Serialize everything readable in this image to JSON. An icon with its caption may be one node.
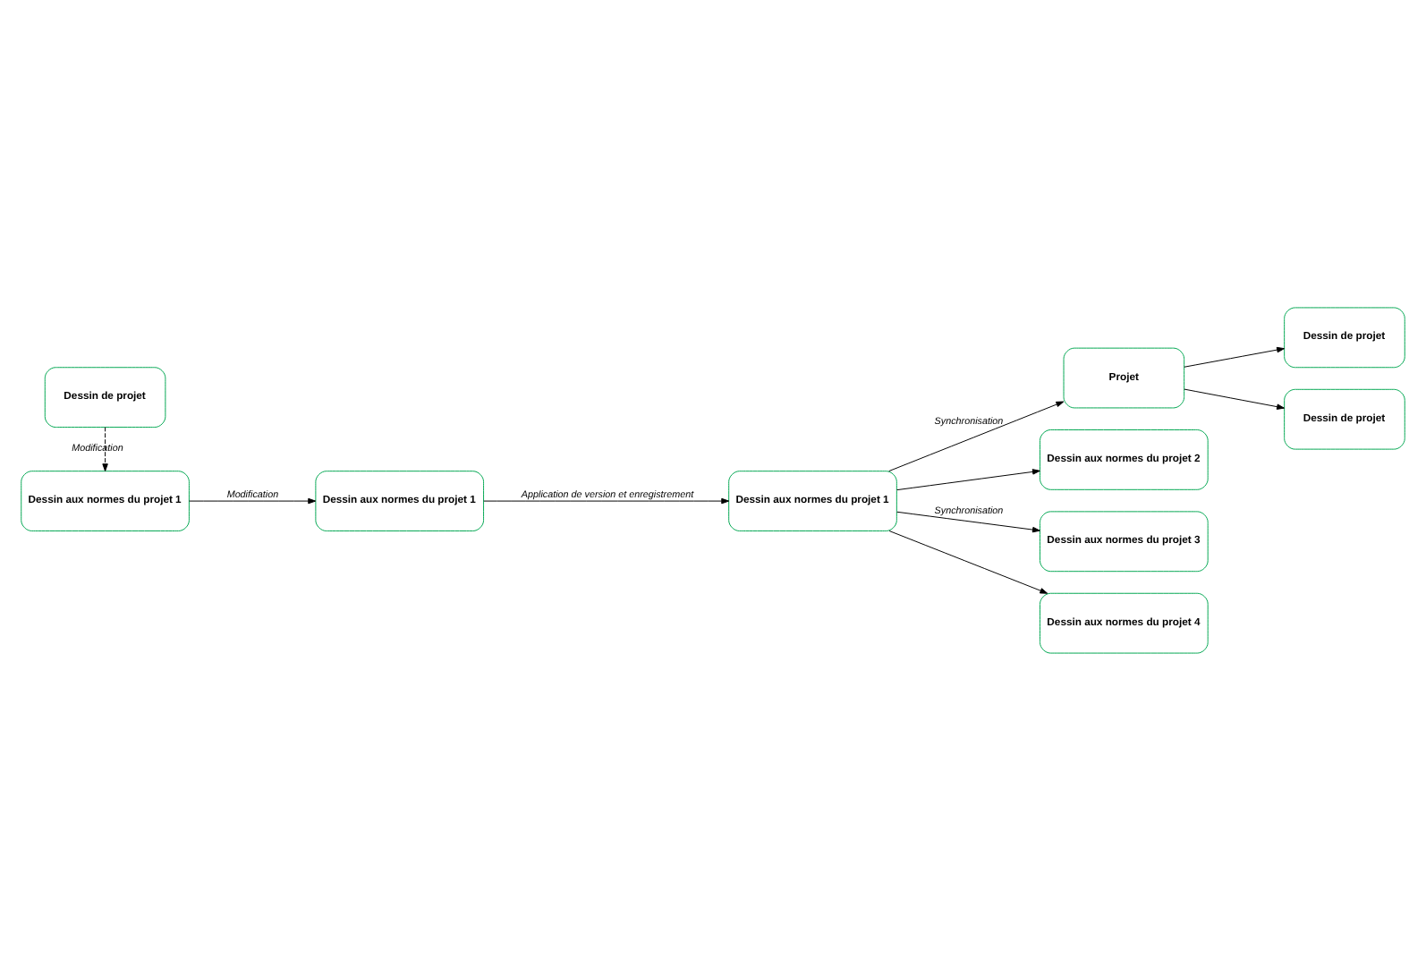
{
  "diagram": {
    "nodes": [
      {
        "text": [
          "Dessin aux normes du projet 1"
        ]
      },
      {
        "text": [
          "Dessin de projet"
        ]
      },
      {
        "text": [
          "Dessin aux normes du projet 1"
        ]
      },
      {
        "text": [
          "Dessin aux normes du projet 1"
        ]
      },
      {
        "text": [
          "Projet"
        ]
      },
      {
        "text": [
          "Dessin de projet"
        ]
      },
      {
        "text": [
          "Dessin de projet"
        ]
      },
      {
        "text": [
          "Dessin aux normes du projet 2"
        ]
      },
      {
        "text": [
          "Dessin aux normes du projet 3"
        ]
      },
      {
        "text": [
          "Dessin aux normes du projet 4"
        ]
      }
    ],
    "edges": [
      {
        "from": 1,
        "to": 0,
        "arrow": "to",
        "style": "dashed",
        "label": "Modification"
      },
      {
        "from": 0,
        "to": 2,
        "arrow": "to",
        "label": "Modification"
      },
      {
        "from": 2,
        "to": 3,
        "arrow": "to",
        "label": "Application de version et enregistrement"
      },
      {
        "from": 3,
        "to": 4,
        "arrow": "to",
        "label": "Synchronisation"
      },
      {
        "from": 4,
        "to": 5,
        "arrow": "to"
      },
      {
        "from": 4,
        "to": 6,
        "arrow": "to"
      },
      {
        "from": 3,
        "to": 7,
        "arrow": "to"
      },
      {
        "from": 3,
        "to": 8,
        "arrow": "to",
        "label": "Synchronisation"
      },
      {
        "from": 3,
        "to": 9,
        "arrow": "to"
      }
    ]
  }
}
